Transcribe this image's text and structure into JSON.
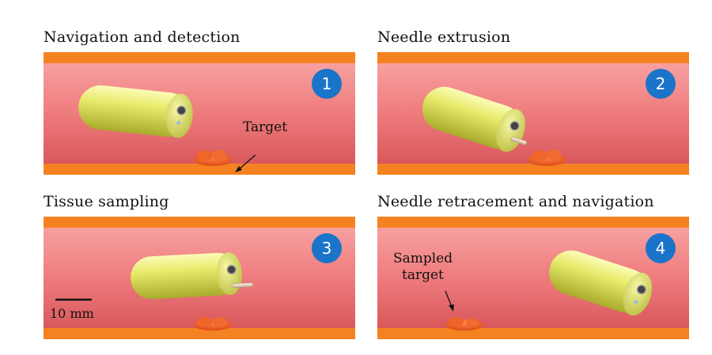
{
  "colors": {
    "wall": "#f58220",
    "lumen": "#f0787a",
    "badge": "#1a74c9",
    "capsule": "#e8ea6a",
    "lesion": "#ef5a1f"
  },
  "panels": [
    {
      "title": "Navigation and detection",
      "step": "1",
      "annotation": "Target"
    },
    {
      "title": "Needle extrusion",
      "step": "2"
    },
    {
      "title": "Tissue sampling",
      "step": "3",
      "scale_label": "10 mm"
    },
    {
      "title": "Needle retracement and navigation",
      "step": "4",
      "annotation_line1": "Sampled",
      "annotation_line2": "target"
    }
  ]
}
